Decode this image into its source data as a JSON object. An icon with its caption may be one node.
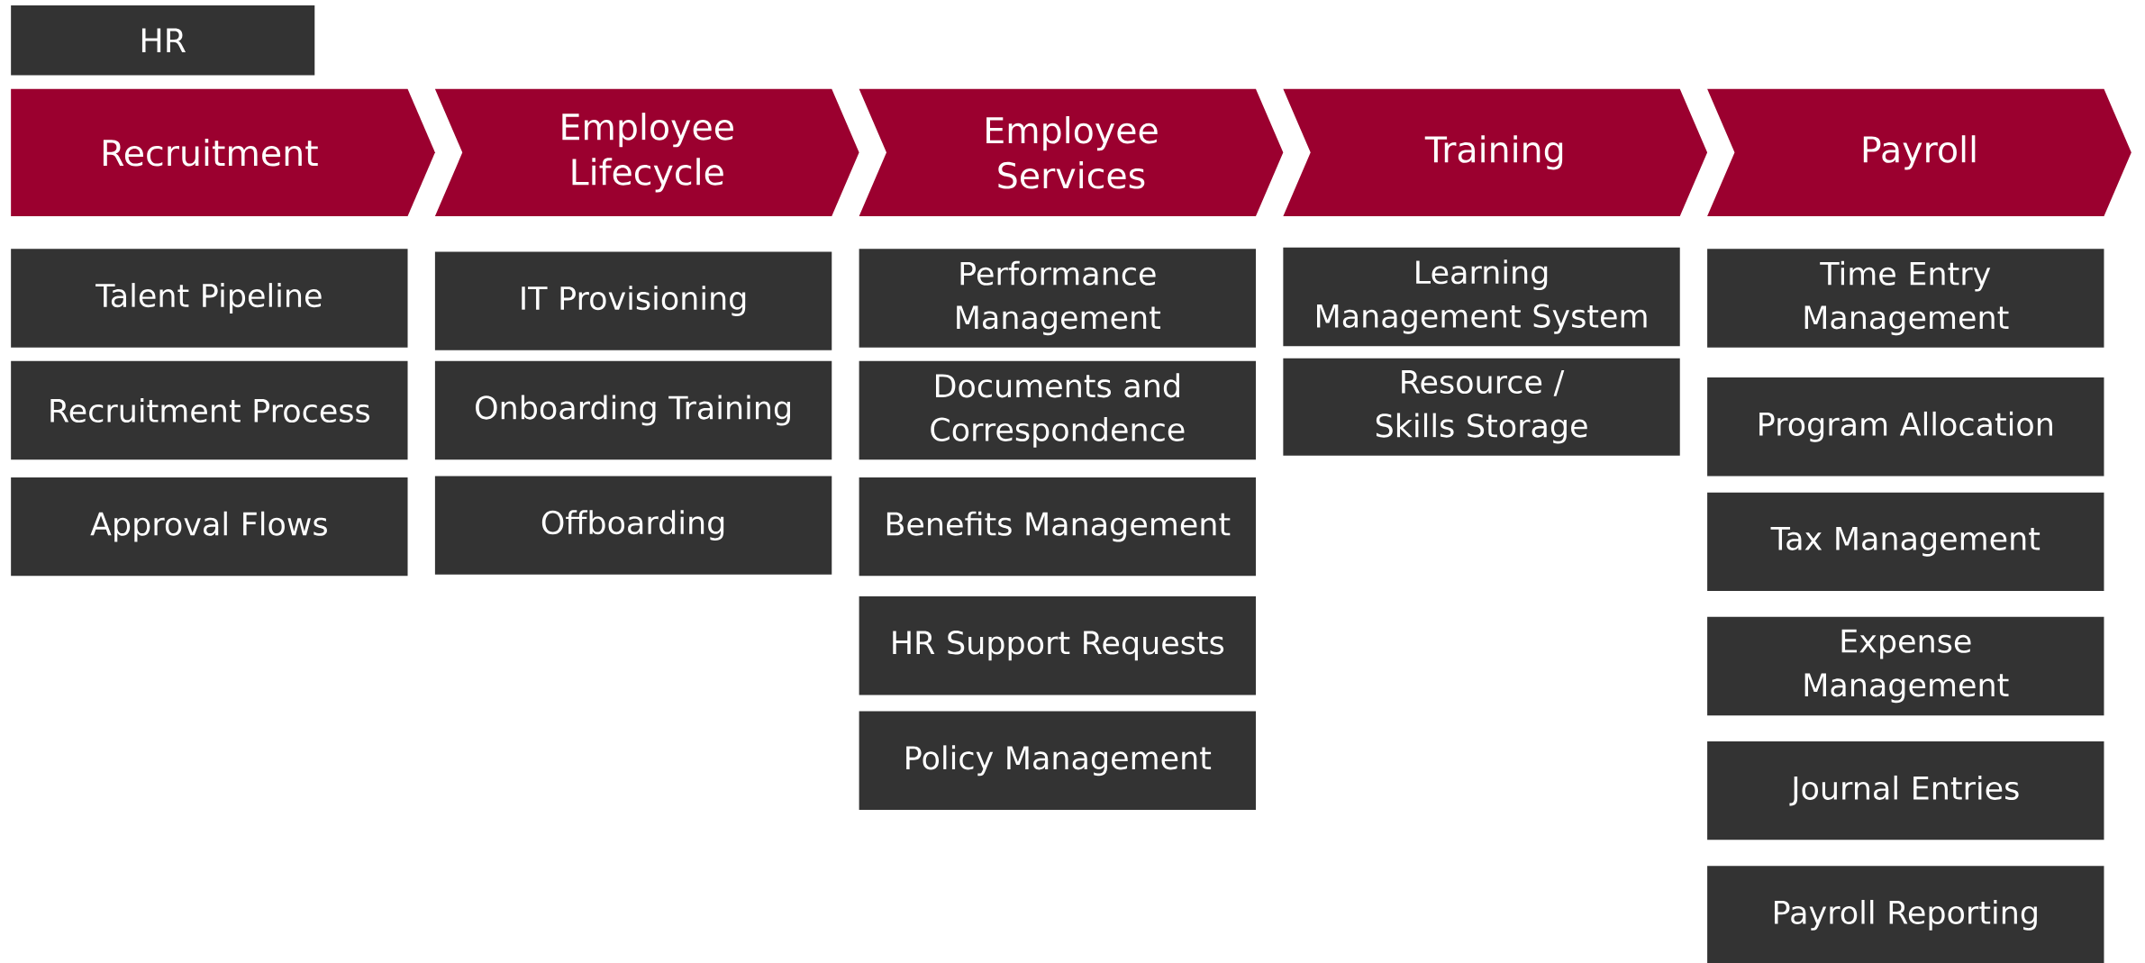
{
  "diagram": {
    "nodes": [
      {
        "text": [
          "HR"
        ]
      },
      {
        "text": [
          "Recruitment"
        ]
      },
      {
        "text": [
          "Talent Pipeline"
        ]
      },
      {
        "text": [
          "Recruitment Process"
        ]
      },
      {
        "text": [
          "Approval Flows"
        ]
      },
      {
        "text": [
          "Employee Lifecycle"
        ]
      },
      {
        "text": [
          "IT Provisioning"
        ]
      },
      {
        "text": [
          "Onboarding Training"
        ]
      },
      {
        "text": [
          "Offboarding"
        ]
      },
      {
        "text": [
          "Employee Services"
        ]
      },
      {
        "text": [
          "Performance Management"
        ]
      },
      {
        "text": [
          "Documents and Correspondence"
        ]
      },
      {
        "text": [
          "Benefits Management"
        ]
      },
      {
        "text": [
          "HR Support Requests"
        ]
      },
      {
        "text": [
          "Policy Management"
        ]
      },
      {
        "text": [
          "Training"
        ]
      },
      {
        "text": [
          "Learning Management System"
        ]
      },
      {
        "text": [
          "Resource / Skills Storage"
        ]
      },
      {
        "text": [
          "Payroll"
        ]
      },
      {
        "text": [
          "Time Entry Management"
        ]
      },
      {
        "text": [
          "Program Allocation"
        ]
      },
      {
        "text": [
          "Tax Management"
        ]
      },
      {
        "text": [
          "Expense Management"
        ]
      },
      {
        "text": [
          "Journal Entries"
        ]
      },
      {
        "text": [
          "Payroll Reporting"
        ]
      }
    ]
  }
}
